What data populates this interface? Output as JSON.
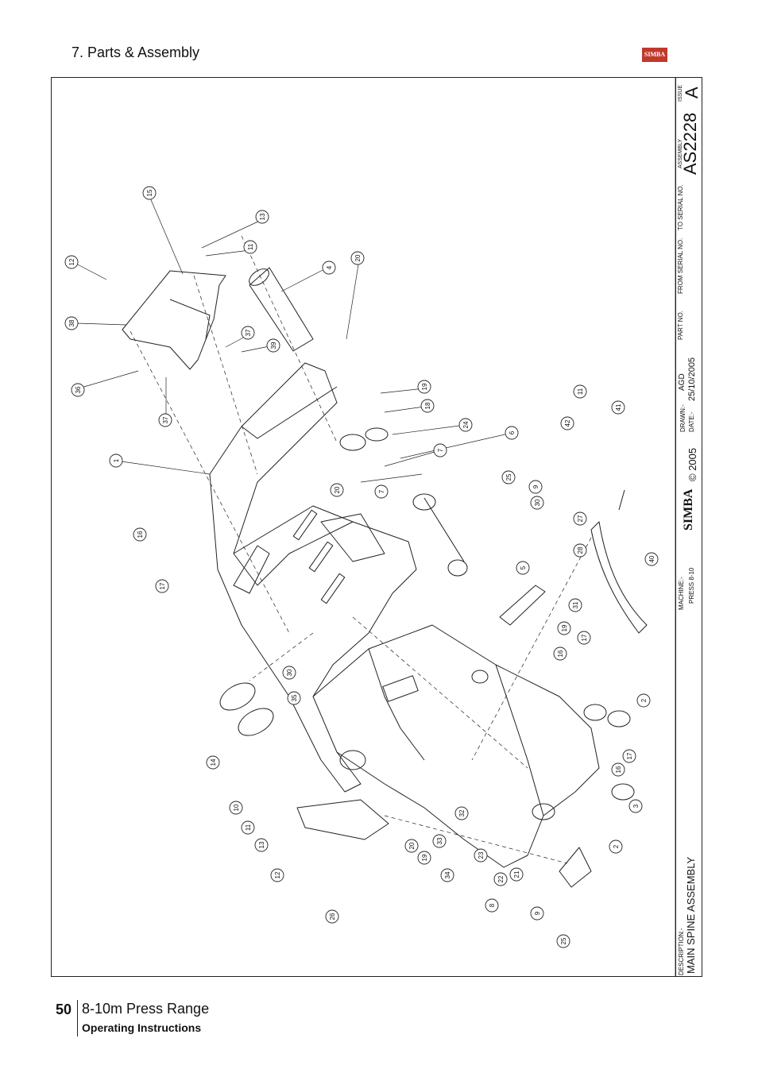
{
  "header": {
    "section_title": "7. Parts & Assembly",
    "logo_text": "SIMBA"
  },
  "title_block": {
    "issue_label": "ISSUE",
    "issue_value": "A",
    "assembly_label": "ASSEMBLY",
    "assembly_no": "AS2228",
    "to_serial_label": "TO SERIAL NO.",
    "from_serial_label": "FROM SERIAL NO.",
    "part_no_label": "PART NO.",
    "drawn_label": "DRAWN:-",
    "drawn_value": "AGD",
    "date_label": "DATE:-",
    "date_value": "25/10/2005",
    "copyright": "© 2005",
    "brand": "SIMBA",
    "machine_label": "MACHINE:-",
    "machine_value": "PRESS 8-10",
    "description_label": "DESCRIPTION:-",
    "description_value": "MAIN SPINE ASSEMBLY"
  },
  "callouts": [
    "15",
    "13",
    "11",
    "12",
    "4",
    "20",
    "38",
    "37",
    "39",
    "36",
    "19",
    "18",
    "37",
    "24",
    "6",
    "1",
    "7",
    "42",
    "11",
    "41",
    "7",
    "25",
    "20",
    "9",
    "30",
    "16",
    "27",
    "40",
    "28",
    "5",
    "17",
    "31",
    "19",
    "17",
    "16",
    "30",
    "2",
    "35",
    "17",
    "14",
    "16",
    "3",
    "10",
    "11",
    "2",
    "13",
    "20",
    "33",
    "12",
    "19",
    "32",
    "23",
    "34",
    "22",
    "21",
    "8",
    "26",
    "9",
    "25"
  ],
  "footer": {
    "page_number": "50",
    "title": "8-10m Press Range",
    "subtitle": "Operating Instructions"
  }
}
